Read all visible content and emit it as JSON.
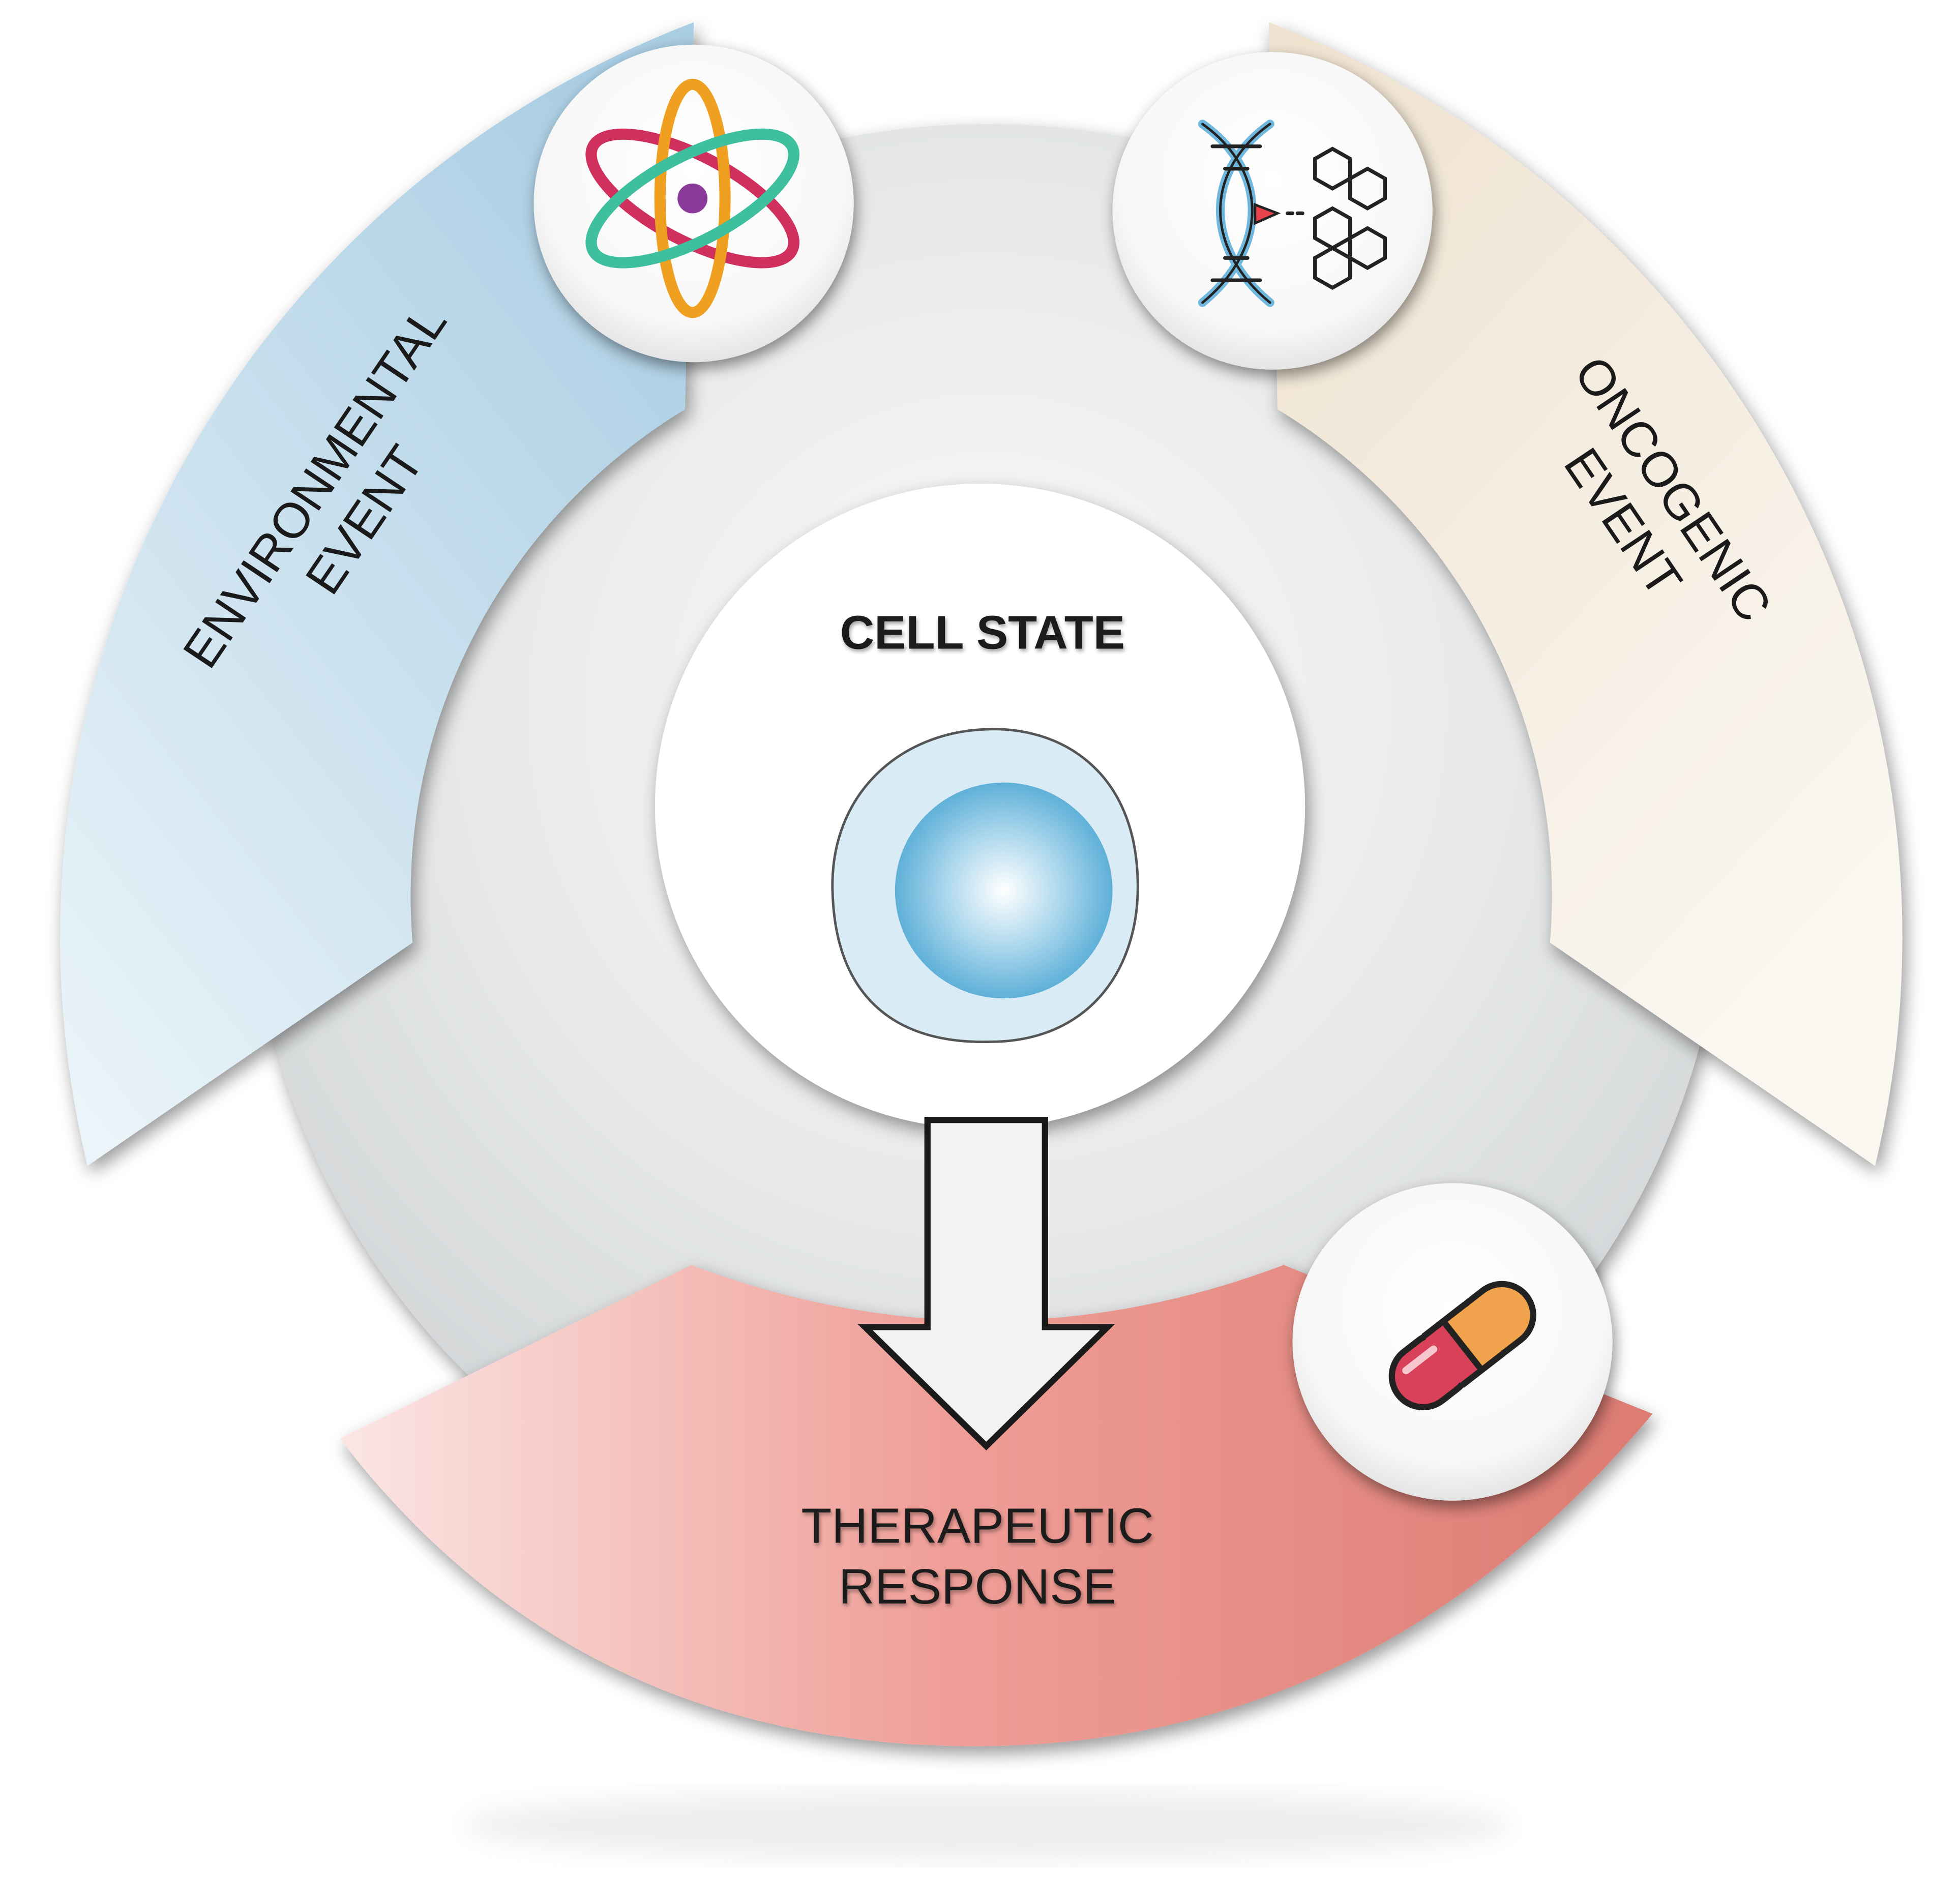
{
  "center": {
    "title": "CELL STATE"
  },
  "segments": {
    "environmental": {
      "line1": "ENVIRONMENTAL",
      "line2": "EVENT",
      "icon": "atom-icon",
      "color": "#b3d4e8"
    },
    "oncogenic": {
      "line1": "ONCOGENIC",
      "line2": "EVENT",
      "icon": "dna-molecule-icon",
      "color": "#f0e6d6"
    },
    "therapeutic": {
      "line1": "THERAPEUTIC",
      "line2": "RESPONSE",
      "icon": "pill-icon",
      "color": "#e0837a"
    }
  },
  "arrow": {
    "direction": "down",
    "icon": "down-arrow-icon"
  }
}
